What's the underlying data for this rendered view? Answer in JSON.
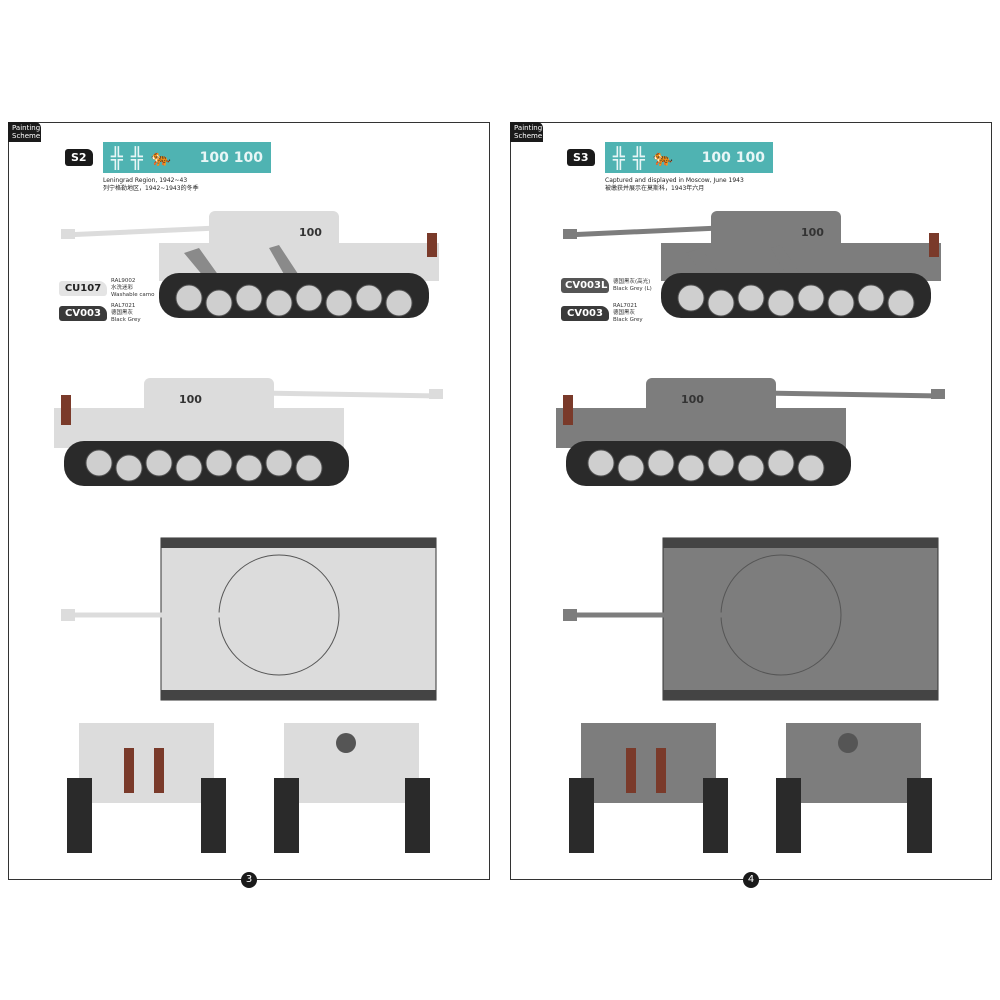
{
  "pages": [
    {
      "tab": "Painting Scheme",
      "code": "S2",
      "decal_number": "100 100",
      "caption_en": "Leningrad Region, 1942~43",
      "caption_cn": "列宁格勒地区，1942~1943的冬季",
      "colors": [
        {
          "code": "CU107",
          "ref": "RAL9002",
          "cn": "水洗迷彩",
          "en": "Washable camo",
          "chip": "#e4e4e4",
          "ink": "#222"
        },
        {
          "code": "CV003",
          "ref": "RAL7021",
          "cn": "德国黑灰",
          "en": "Black Grey",
          "chip": "#3a3a3a",
          "ink": "#fff"
        }
      ],
      "turret_number": "100",
      "page_number": "3",
      "body": "#dcdcdc",
      "camo": "#8a8a8a"
    },
    {
      "tab": "Painting Scheme",
      "code": "S3",
      "decal_number": "100 100",
      "caption_en": "Captured and displayed in Moscow, June 1943",
      "caption_cn": "被缴获并展示在莫斯科，1943年六月",
      "colors": [
        {
          "code": "CV003L",
          "ref": "",
          "cn": "德国黑灰(高光)",
          "en": "Black Grey (L)",
          "chip": "#555",
          "ink": "#fff"
        },
        {
          "code": "CV003",
          "ref": "RAL7021",
          "cn": "德国黑灰",
          "en": "Black Grey",
          "chip": "#3a3a3a",
          "ink": "#fff"
        }
      ],
      "turret_number": "100",
      "page_number": "4",
      "body": "#7d7d7d",
      "camo": "#7d7d7d"
    }
  ]
}
